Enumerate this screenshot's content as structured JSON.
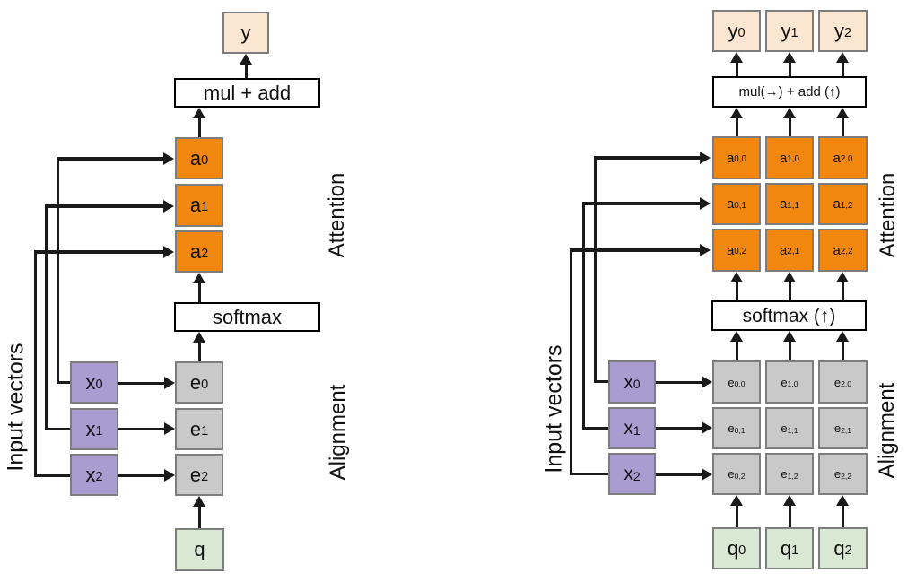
{
  "colors": {
    "attention_orange": "#F2870F",
    "output_peach": "#FBE6D1",
    "input_purple": "#A89CD0",
    "alignment_gray": "#C9C9C9",
    "query_green": "#D9E8D2",
    "line_black": "#1A1A1A",
    "box_border_gray": "#7D7D7D"
  },
  "left": {
    "input_vectors_label": "Input vectors",
    "attention_label": "Attention",
    "alignment_label": "Alignment",
    "y": {
      "base": "y"
    },
    "mul_add": "mul + add",
    "softmax": "softmax",
    "a": [
      {
        "base": "a",
        "sub": "0"
      },
      {
        "base": "a",
        "sub": "1"
      },
      {
        "base": "a",
        "sub": "2"
      }
    ],
    "e": [
      {
        "base": "e",
        "sub": "0"
      },
      {
        "base": "e",
        "sub": "1"
      },
      {
        "base": "e",
        "sub": "2"
      }
    ],
    "x": [
      {
        "base": "x",
        "sub": "0"
      },
      {
        "base": "x",
        "sub": "1"
      },
      {
        "base": "x",
        "sub": "2"
      }
    ],
    "q": {
      "base": "q"
    }
  },
  "right": {
    "input_vectors_label": "Input vectors",
    "attention_label": "Attention",
    "alignment_label": "Alignment",
    "y": [
      {
        "base": "y",
        "sub": "0"
      },
      {
        "base": "y",
        "sub": "1"
      },
      {
        "base": "y",
        "sub": "2"
      }
    ],
    "mul_add": "mul(→) + add (↑)",
    "softmax": "softmax (↑)",
    "a_grid": [
      [
        {
          "base": "a",
          "sub": "0,0"
        },
        {
          "base": "a",
          "sub": "1,0"
        },
        {
          "base": "a",
          "sub": "2,0"
        }
      ],
      [
        {
          "base": "a",
          "sub": "0,1"
        },
        {
          "base": "a",
          "sub": "1,1"
        },
        {
          "base": "a",
          "sub": "1,2"
        }
      ],
      [
        {
          "base": "a",
          "sub": "0,2"
        },
        {
          "base": "a",
          "sub": "2,1"
        },
        {
          "base": "a",
          "sub": "2,2"
        }
      ]
    ],
    "e_grid": [
      [
        {
          "base": "e",
          "sub": "0,0"
        },
        {
          "base": "e",
          "sub": "1,0"
        },
        {
          "base": "e",
          "sub": "2,0"
        }
      ],
      [
        {
          "base": "e",
          "sub": "0,1"
        },
        {
          "base": "e",
          "sub": "1,1"
        },
        {
          "base": "e",
          "sub": "2,1"
        }
      ],
      [
        {
          "base": "e",
          "sub": "0,2"
        },
        {
          "base": "e",
          "sub": "1,2"
        },
        {
          "base": "e",
          "sub": "2,2"
        }
      ]
    ],
    "x": [
      {
        "base": "x",
        "sub": "0"
      },
      {
        "base": "x",
        "sub": "1"
      },
      {
        "base": "x",
        "sub": "2"
      }
    ],
    "q": [
      {
        "base": "q",
        "sub": "0"
      },
      {
        "base": "q",
        "sub": "1"
      },
      {
        "base": "q",
        "sub": "2"
      }
    ]
  }
}
